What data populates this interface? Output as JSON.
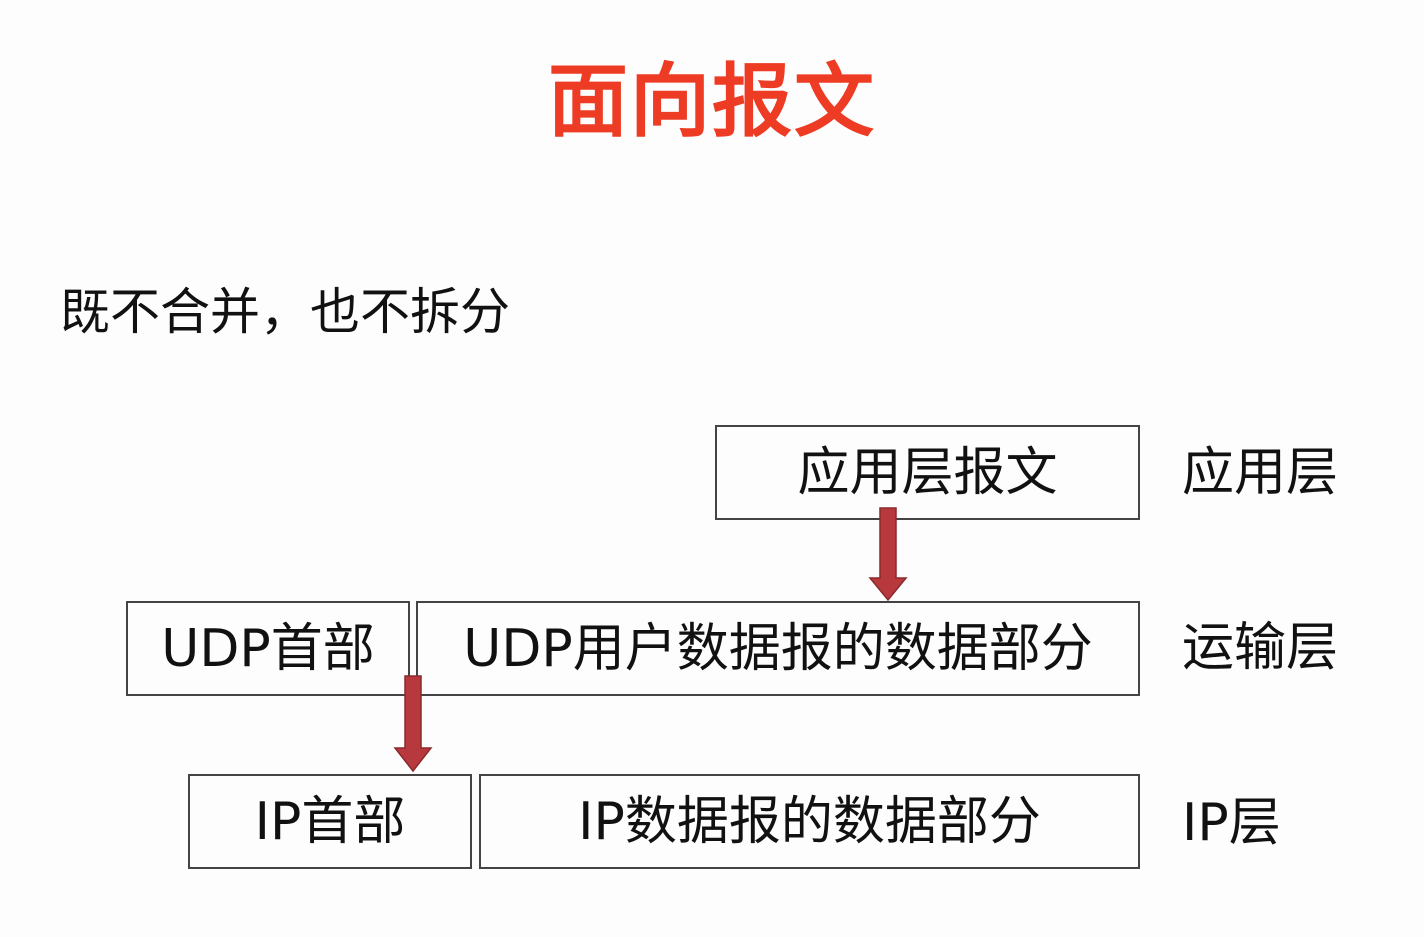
{
  "title": "面向报文",
  "subtitle": "既不合并，也不拆分",
  "colors": {
    "title": "#ee3b24",
    "arrow": "#b8393d",
    "arrow_stroke": "#8a2a2d",
    "box_border": "#444444"
  },
  "layers": {
    "application": {
      "label": "应用层",
      "message": "应用层报文"
    },
    "transport": {
      "label": "运输层",
      "header": "UDP首部",
      "data": "UDP用户数据报的数据部分"
    },
    "network": {
      "label": "IP层",
      "header": "IP首部",
      "data": "IP数据报的数据部分"
    }
  }
}
